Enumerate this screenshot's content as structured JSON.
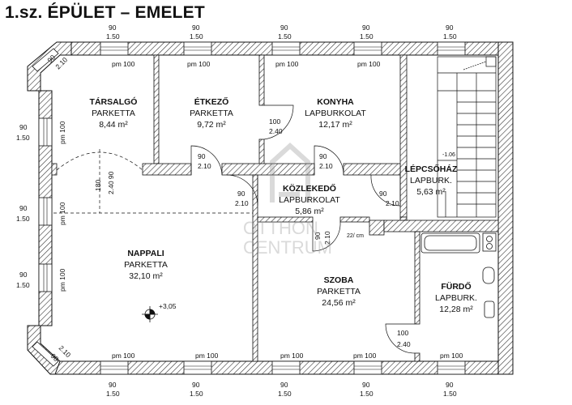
{
  "title": "1.sz. ÉPÜLET – EMELET",
  "rooms": {
    "tarsalgo": {
      "name": "TÁRSALGÓ",
      "floor": "PARKETTA",
      "area": "8,44 m²"
    },
    "etkezo": {
      "name": "ÉTKEZŐ",
      "floor": "PARKETTA",
      "area": "9,72 m²"
    },
    "konyha": {
      "name": "KONYHA",
      "floor": "LAPBURKOLAT",
      "area": "12,17 m²"
    },
    "lepcsohaz": {
      "name": "LÉPCSŐHÁZ",
      "floor": "LAPBURK.",
      "area": "5,63 m²"
    },
    "kozlekedo": {
      "name": "KÖZLEKEDŐ",
      "floor": "LAPBURKOLAT",
      "area": "5,86 m²"
    },
    "nappali": {
      "name": "NAPPALI",
      "floor": "PARKETTA",
      "area": "32,10 m²"
    },
    "szoba": {
      "name": "SZOBA",
      "floor": "PARKETTA",
      "area": "24,56 m²"
    },
    "furdo": {
      "name": "FÜRDŐ",
      "floor": "LAPBURK.",
      "area": "12,28 m²"
    }
  },
  "window_top": "90",
  "window_bottom": "1.50",
  "pm_label": "pm 100",
  "door_90": "90",
  "door_100": "100",
  "door_210": "2.10",
  "door_240": "2.40",
  "bay_90": "90",
  "bay_210": "2.10",
  "arch_180": "180",
  "arch_240": "2.40 90",
  "level_mark": "+3,05",
  "stair_level": "-1.06",
  "chimney": "22/ cm",
  "watermark_line1": "OTTHON",
  "watermark_line2": "CENTRUM"
}
